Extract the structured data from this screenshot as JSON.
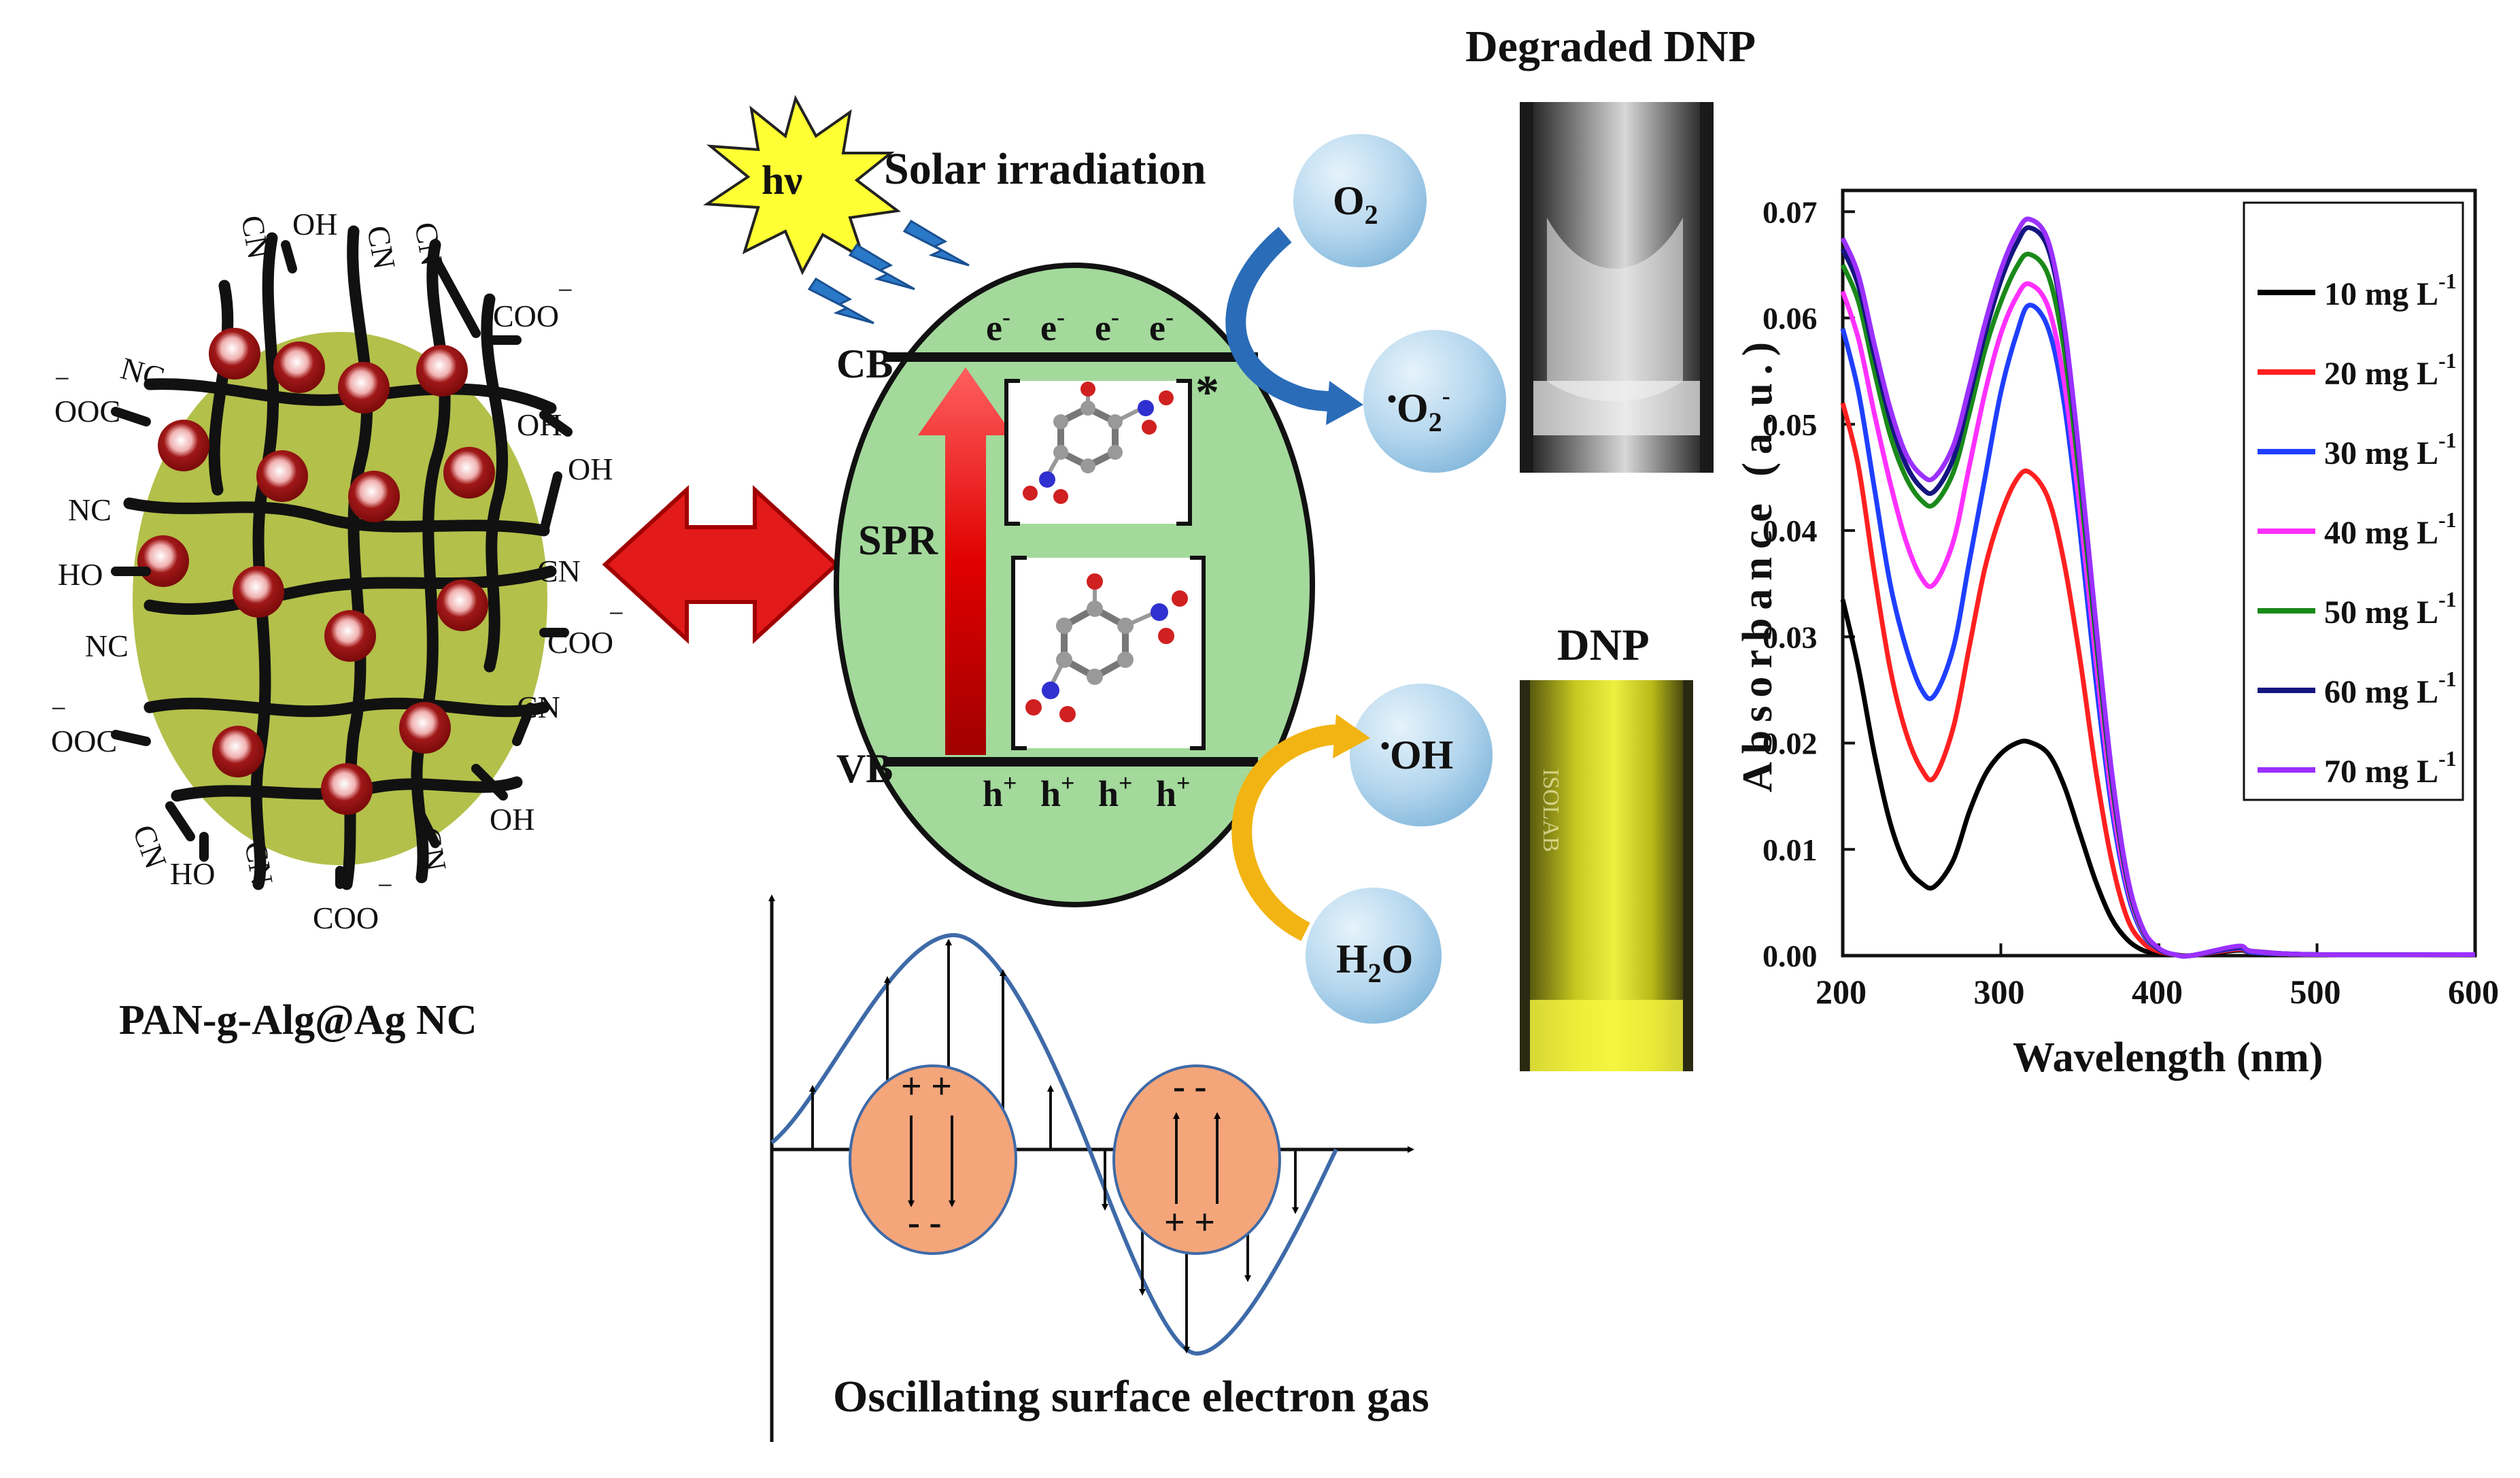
{
  "nanocomposite": {
    "caption": "PAN-g-Alg@Ag NC",
    "groups": [
      "OH",
      "CN",
      "CN",
      "COO",
      "OOC",
      "NC",
      "CN",
      "OH",
      "NC",
      "HO",
      "CN",
      "NC",
      "COO",
      "CN",
      "OOC",
      "CN",
      "OH",
      "HO",
      "CN",
      "COO",
      "CN",
      "NC"
    ],
    "charge_minus": "−"
  },
  "mechanism": {
    "hv_label": "hν",
    "solar_label": "Solar irradiation",
    "cb_label": "CB",
    "vb_label": "VB",
    "spr_label": "SPR",
    "electron": "e",
    "electron_sup": "-",
    "hole": "h",
    "hole_sup": "+",
    "excited_mark": "*",
    "o2_label": "O",
    "o2_sub": "2",
    "superoxide_dot": "•",
    "superoxide_label": "O",
    "superoxide_sub": "2",
    "superoxide_sup": "-",
    "hydroxyl_dot": "•",
    "hydroxyl_label": "OH",
    "water_label": "H",
    "water_sub": "2",
    "water_tail": "O"
  },
  "photos": {
    "degraded_title": "Degraded DNP",
    "dnp_title": "DNP",
    "vial_text": "ISOLAB"
  },
  "oscillation": {
    "caption": "Oscillating surface electron gas",
    "plus_top": "+ +",
    "minus_bottom": "- -",
    "minus_top": "- -",
    "plus_bottom": "+ +"
  },
  "colors": {
    "sphere": "#b3c04a",
    "band_bg": "#a3d99b",
    "arrow_red": "#e01010",
    "bubble": "#a9cfe8",
    "electron_sphere": "#f4a57a",
    "wave": "#3e6aa8"
  },
  "chart_data": {
    "type": "line",
    "xlabel": "Wavelength (nm)",
    "ylabel": "Absorbance  (a.u.)",
    "xlim": [
      200,
      600
    ],
    "ylim": [
      0,
      0.072
    ],
    "xticks": [
      "200",
      "300",
      "400",
      "500",
      "600"
    ],
    "yticks": [
      "0.00",
      "0.01",
      "0.02",
      "0.03",
      "0.04",
      "0.05",
      "0.06",
      "0.07"
    ],
    "legend_position": "top-right",
    "legend_unit": "mg L",
    "legend_sup": "-1",
    "x": [
      200,
      210,
      220,
      230,
      240,
      250,
      258,
      270,
      280,
      290,
      300,
      310,
      318,
      330,
      340,
      350,
      360,
      370,
      380,
      390,
      400,
      410,
      420,
      450,
      460,
      500,
      600
    ],
    "series": [
      {
        "name": "10 mg L",
        "color": "#000000",
        "values": [
          0.0335,
          0.027,
          0.019,
          0.0125,
          0.0085,
          0.0068,
          0.0065,
          0.009,
          0.0135,
          0.017,
          0.019,
          0.02,
          0.0201,
          0.019,
          0.016,
          0.0115,
          0.007,
          0.0035,
          0.0015,
          0.0005,
          0.0002,
          0.0001,
          0.0,
          0.0005,
          0.0003,
          0.0001,
          0.0001
        ]
      },
      {
        "name": "20 mg L",
        "color": "#ff2020",
        "values": [
          0.052,
          0.046,
          0.036,
          0.027,
          0.021,
          0.0175,
          0.0168,
          0.0215,
          0.029,
          0.0365,
          0.0415,
          0.0448,
          0.0455,
          0.043,
          0.037,
          0.028,
          0.0175,
          0.009,
          0.0035,
          0.0012,
          0.0004,
          0.0001,
          0.0,
          0.0006,
          0.0003,
          0.0001,
          0.0001
        ]
      },
      {
        "name": "30 mg L",
        "color": "#1f3fff",
        "values": [
          0.059,
          0.053,
          0.044,
          0.035,
          0.029,
          0.025,
          0.0245,
          0.029,
          0.037,
          0.045,
          0.053,
          0.0585,
          0.0612,
          0.059,
          0.052,
          0.04,
          0.026,
          0.014,
          0.006,
          0.002,
          0.0006,
          0.0001,
          0.0,
          0.0007,
          0.0003,
          0.0001,
          0.0001
        ]
      },
      {
        "name": "40 mg L",
        "color": "#ff30ff",
        "values": [
          0.0625,
          0.058,
          0.051,
          0.0445,
          0.039,
          0.0355,
          0.035,
          0.039,
          0.046,
          0.053,
          0.0585,
          0.062,
          0.0632,
          0.061,
          0.054,
          0.042,
          0.028,
          0.015,
          0.0065,
          0.0022,
          0.0006,
          0.0001,
          0.0,
          0.0008,
          0.0004,
          0.0001,
          0.0001
        ]
      },
      {
        "name": "50 mg L",
        "color": "#1a8a1a",
        "values": [
          0.065,
          0.0615,
          0.055,
          0.049,
          0.045,
          0.0428,
          0.0425,
          0.0455,
          0.051,
          0.057,
          0.0615,
          0.0648,
          0.066,
          0.064,
          0.057,
          0.0445,
          0.03,
          0.0165,
          0.007,
          0.0023,
          0.0006,
          0.0001,
          0.0,
          0.0008,
          0.0004,
          0.0001,
          0.0001
        ]
      },
      {
        "name": "60 mg L",
        "color": "#151580",
        "values": [
          0.0665,
          0.063,
          0.0565,
          0.0505,
          0.0462,
          0.044,
          0.0437,
          0.0468,
          0.0525,
          0.0585,
          0.0635,
          0.067,
          0.0685,
          0.0665,
          0.059,
          0.046,
          0.031,
          0.017,
          0.0072,
          0.0024,
          0.0006,
          0.0001,
          0.0,
          0.0008,
          0.0004,
          0.0001,
          0.0001
        ]
      },
      {
        "name": "70 mg L",
        "color": "#9b30ff",
        "values": [
          0.0675,
          0.064,
          0.0575,
          0.0515,
          0.0472,
          0.0452,
          0.045,
          0.048,
          0.0535,
          0.0595,
          0.0645,
          0.068,
          0.0693,
          0.0672,
          0.0595,
          0.0465,
          0.0315,
          0.0175,
          0.0075,
          0.0025,
          0.0007,
          0.0001,
          0.0,
          0.0009,
          0.0004,
          0.0001,
          0.0001
        ]
      }
    ]
  }
}
